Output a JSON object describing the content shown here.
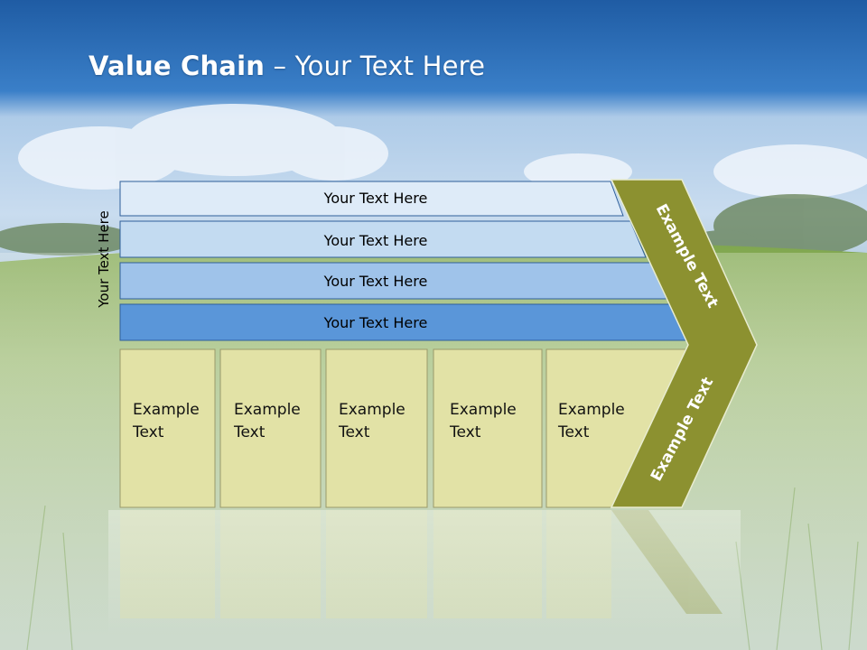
{
  "title": {
    "bold": "Value Chain",
    "rest": " – Your Text Here"
  },
  "side_label": "Your Text Here",
  "bars": [
    "Your Text Here",
    "Your Text Here",
    "Your Text Here",
    "Your Text Here"
  ],
  "boxes": [
    "Example\nText",
    "Example\nText",
    "Example\nText",
    "Example\nText",
    "Example\nText"
  ],
  "chevron": {
    "upper": "Example Text",
    "lower": "Example Text"
  },
  "colors": {
    "bar_fills": [
      "#deebf8",
      "#c3dbf1",
      "#9fc3ea",
      "#5a96d9"
    ],
    "box_fill": "#e2e2a6",
    "chevron_fill": "#8c9130",
    "sky_top": "#1f5fa8",
    "grass": "#8db05a"
  }
}
